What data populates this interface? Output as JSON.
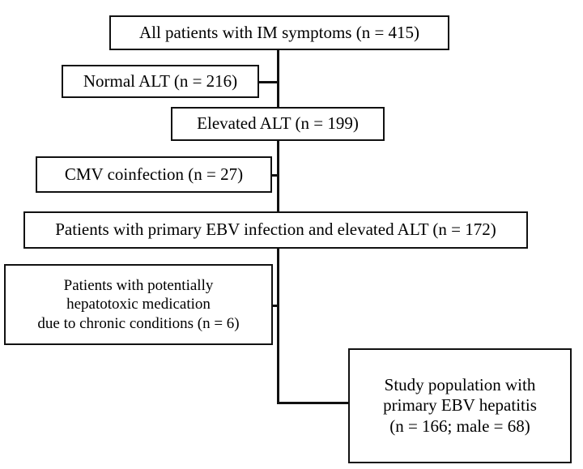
{
  "diagram": {
    "type": "flowchart",
    "title": "Study population flow diagram",
    "orientation": "top-to-bottom",
    "line_color": "#111111",
    "box_border_color": "#111111",
    "box_fill_color": "#ffffff",
    "text_color": "#000000",
    "nodes": [
      {
        "id": "all-patients",
        "label": "All patients with IM symptoms (n = 415)",
        "n": 415,
        "role": "root"
      },
      {
        "id": "normal-alt",
        "label": "Normal ALT (n = 216)",
        "n": 216,
        "role": "excluded"
      },
      {
        "id": "elevated-alt",
        "label": "Elevated ALT (n = 199)",
        "n": 199,
        "role": "included"
      },
      {
        "id": "cmv-coinfection",
        "label": "CMV coinfection (n = 27)",
        "n": 27,
        "role": "excluded"
      },
      {
        "id": "primary-ebv",
        "label": "Patients with primary EBV infection and elevated ALT (n = 172)",
        "n": 172,
        "role": "included"
      },
      {
        "id": "hepatotoxic-medication",
        "label": "Patients with potentially\nhepatotoxic medication\ndue to chronic conditions (n = 6)",
        "n": 6,
        "role": "excluded"
      },
      {
        "id": "study-population",
        "label": "Study population with\nprimary EBV hepatitis\n(n = 166; male = 68)",
        "n": 166,
        "male": 68,
        "role": "final"
      }
    ],
    "edges": [
      {
        "from": "all-patients",
        "to": "normal-alt",
        "kind": "exclusion-branch"
      },
      {
        "from": "all-patients",
        "to": "elevated-alt",
        "kind": "main-trunk"
      },
      {
        "from": "elevated-alt",
        "to": "cmv-coinfection",
        "kind": "exclusion-branch"
      },
      {
        "from": "elevated-alt",
        "to": "primary-ebv",
        "kind": "main-trunk"
      },
      {
        "from": "primary-ebv",
        "to": "hepatotoxic-medication",
        "kind": "exclusion-branch"
      },
      {
        "from": "primary-ebv",
        "to": "study-population",
        "kind": "main-trunk"
      }
    ]
  }
}
